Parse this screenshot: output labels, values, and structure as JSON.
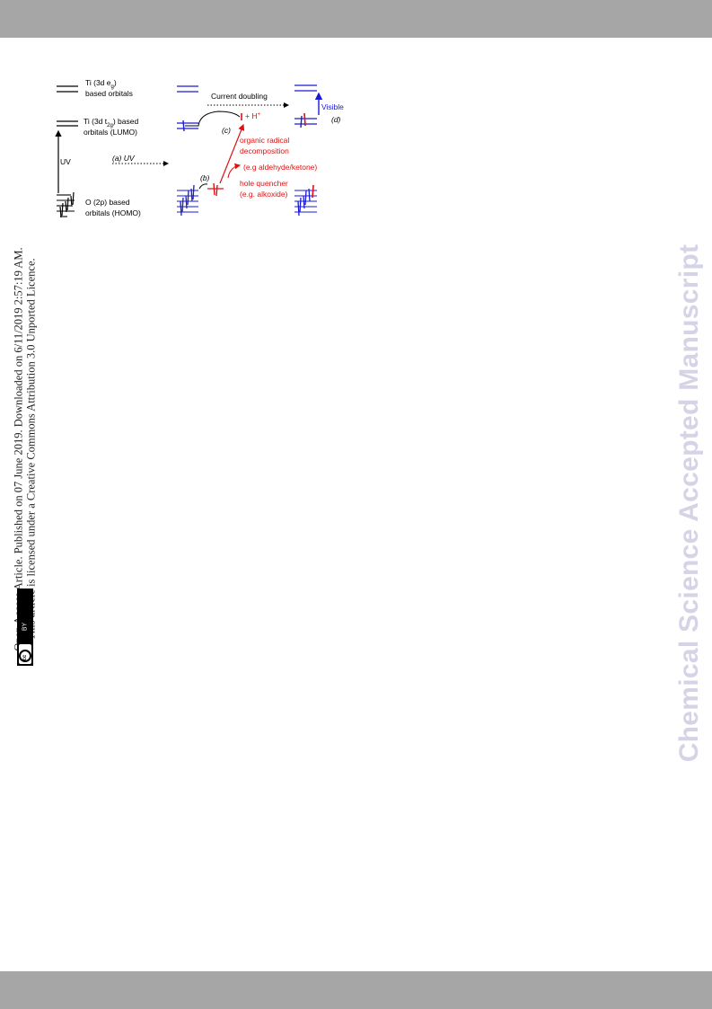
{
  "header": {
    "color": "#a6a6a6"
  },
  "footer": {
    "color": "#a6a6a6"
  },
  "figure": {
    "labels": {
      "eg_top": "Ti (3d e",
      "eg_sub": "g",
      "eg_close": ")",
      "eg_line2": "based orbitals",
      "t2g_top": "Ti (3d t",
      "t2g_sub": "2g",
      "t2g_close": ") based",
      "t2g_line2": "orbitals (LUMO)",
      "o2p_line1": "O (2p) based",
      "o2p_line2": "orbitals (HOMO)",
      "uv_left": "UV",
      "step_a": "(a) UV",
      "step_b": "(b)",
      "step_c": "(c)",
      "step_d": "(d)",
      "current_doubling": "Current doubling",
      "visible": "Visible",
      "h_plus": "+ H",
      "h_plus_sup": "+",
      "radical_1": "organic radical",
      "radical_2": "decomposition",
      "aldehyde": "(e.g aldehyde/ketone)",
      "quencher_1": "hole quencher",
      "quencher_2": "(e.g. alkoxide)"
    },
    "colors": {
      "black": "#000000",
      "blue": "#1a1ad4",
      "red": "#e01010"
    }
  },
  "side_note": {
    "line1": "Open Access Article. Published on 07 June 2019. Downloaded on 6/11/2019 2:57:19 AM.",
    "line2": "This article is licensed under a Creative Commons Attribution 3.0 Unported Licence."
  },
  "license_badge": {
    "cc": "cc",
    "by": "BY",
    "icon": "creative-commons-by-icon"
  },
  "watermark": {
    "text": "Chemical Science Accepted Manuscript",
    "color": "#d4d4e6"
  }
}
